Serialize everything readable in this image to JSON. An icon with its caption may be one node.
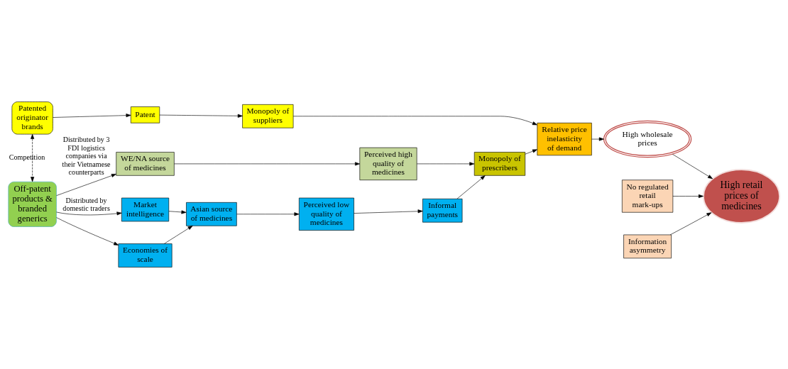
{
  "diagram": {
    "nodes": [
      {
        "text": [
          "Patented originator brands"
        ]
      },
      {
        "text": [
          "Patent"
        ]
      },
      {
        "text": [
          "Monopoly of suppliers"
        ]
      },
      {
        "text": [
          "Relative price inelasticity of demand"
        ]
      },
      {
        "text": [
          "High wholesale prices"
        ]
      },
      {
        "text": [
          "Off-patent products & branded generics"
        ]
      },
      {
        "text": [
          "No regulated retail mark-ups"
        ]
      },
      {
        "text": [
          "WE/NA source of medicines"
        ]
      },
      {
        "text": [
          "Perceived high quality of medicines"
        ]
      },
      {
        "text": [
          "Monopoly of prescribers"
        ]
      },
      {
        "text": [
          "Information asymmetry"
        ]
      },
      {
        "text": [
          "Market intelligence"
        ]
      },
      {
        "text": [
          "Economies of scale"
        ]
      },
      {
        "text": [
          "Asian source of medicines"
        ]
      },
      {
        "text": [
          "Perceived low quality of medicines"
        ]
      },
      {
        "text": [
          "Informal payments"
        ]
      },
      {
        "text": [
          "High retail prices of medicines"
        ]
      }
    ],
    "edges": [
      {
        "from": 0,
        "to": 1,
        "arrow": "to"
      },
      {
        "from": 1,
        "to": 2,
        "arrow": "to"
      },
      {
        "from": 2,
        "to": 3,
        "arrow": "to"
      },
      {
        "from": 3,
        "to": 4,
        "arrow": "to"
      },
      {
        "from": 0,
        "to": 5,
        "arrow": "both",
        "style": "dashed",
        "label": "Competition"
      },
      {
        "from": 5,
        "to": 7,
        "arrow": "to",
        "label": "Distributed by 3 FDI logistics companies via their Vietnamese counterparts"
      },
      {
        "from": 5,
        "to": 11,
        "arrow": "to",
        "label": "Distributed by domestic traders"
      },
      {
        "from": 5,
        "to": 12,
        "arrow": "to"
      },
      {
        "from": 7,
        "to": 8,
        "arrow": "to"
      },
      {
        "from": 8,
        "to": 9,
        "arrow": "to"
      },
      {
        "from": 9,
        "to": 3,
        "arrow": "to"
      },
      {
        "from": 11,
        "to": 13,
        "arrow": "to"
      },
      {
        "from": 12,
        "to": 13,
        "arrow": "to"
      },
      {
        "from": 13,
        "to": 14,
        "arrow": "to"
      },
      {
        "from": 14,
        "to": 15,
        "arrow": "to"
      },
      {
        "from": 15,
        "to": 9,
        "arrow": "to"
      },
      {
        "from": 4,
        "to": 16,
        "arrow": "to"
      },
      {
        "from": 6,
        "to": 16,
        "arrow": "to"
      },
      {
        "from": 10,
        "to": 16,
        "arrow": "to"
      }
    ]
  }
}
